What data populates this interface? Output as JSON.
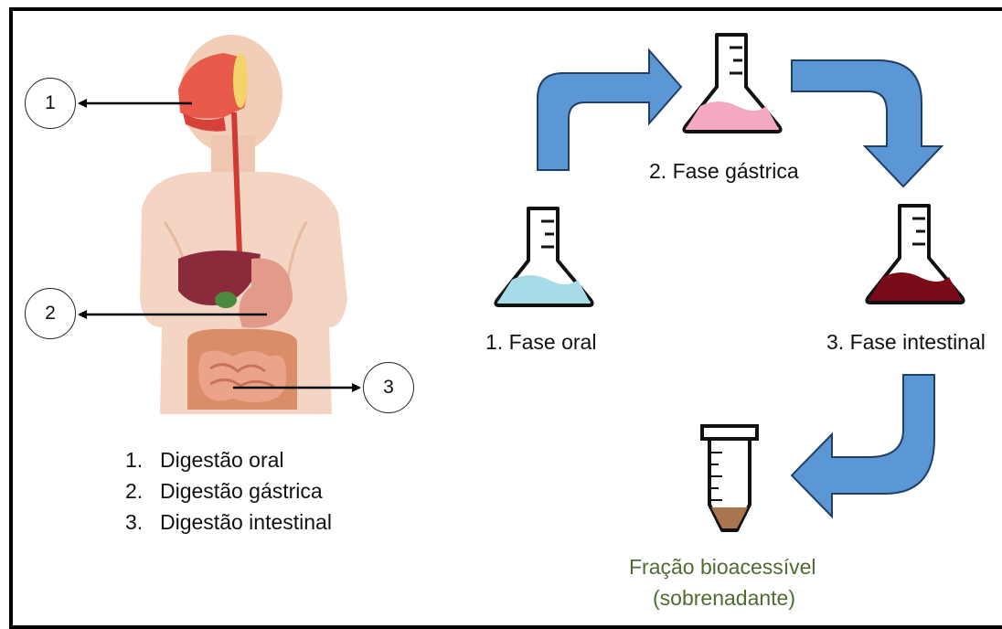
{
  "body_diagram": {
    "markers": [
      "1",
      "2",
      "3"
    ],
    "legend": [
      {
        "number": "1.",
        "label": "Digestão oral"
      },
      {
        "number": "2.",
        "label": "Digestão gástrica"
      },
      {
        "number": "3.",
        "label": "Digestão intestinal"
      }
    ]
  },
  "process": {
    "phase_oral": "1. Fase oral",
    "phase_gastric": "2. Fase gástrica",
    "phase_intestinal": "3. Fase intestinal",
    "result_line1": "Fração bioacessível",
    "result_line2": "(sobrenadante)"
  },
  "colors": {
    "arrow_fill": "#5b97d5",
    "arrow_stroke": "#1f3f66",
    "oral_liquid": "#a6dbe8",
    "gastric_liquid": "#f3a9c4",
    "intestinal_liquid": "#7a0a17",
    "sediment": "#a9754e",
    "result_text": "#4f6b2e"
  }
}
